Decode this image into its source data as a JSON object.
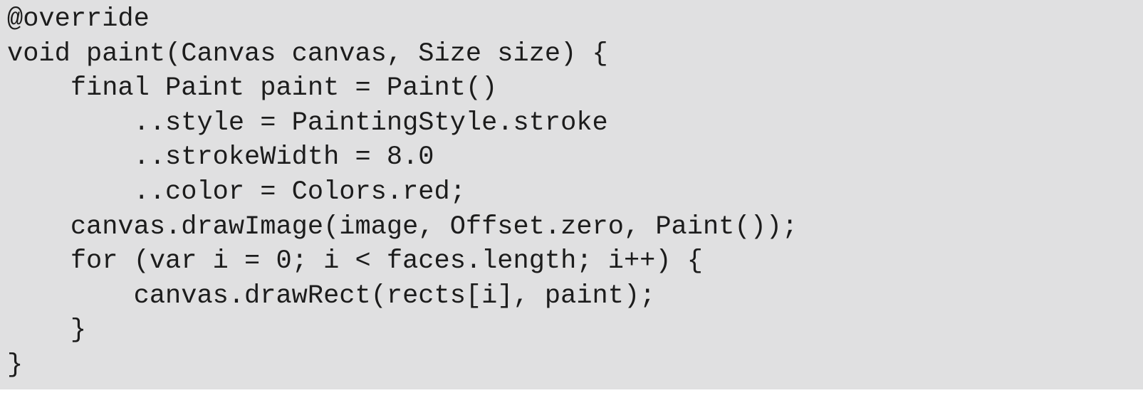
{
  "colors": {
    "page_background": "#ffffff",
    "block_background": "#e0e0e1",
    "code_text": "#1c1c1c"
  },
  "code_block": {
    "lines": [
      "@override",
      "void paint(Canvas canvas, Size size) {",
      "    final Paint paint = Paint()",
      "        ..style = PaintingStyle.stroke",
      "        ..strokeWidth = 8.0",
      "        ..color = Colors.red;",
      "    canvas.drawImage(image, Offset.zero, Paint());",
      "    for (var i = 0; i < faces.length; i++) {",
      "        canvas.drawRect(rects[i], paint);",
      "    }",
      "}"
    ]
  }
}
